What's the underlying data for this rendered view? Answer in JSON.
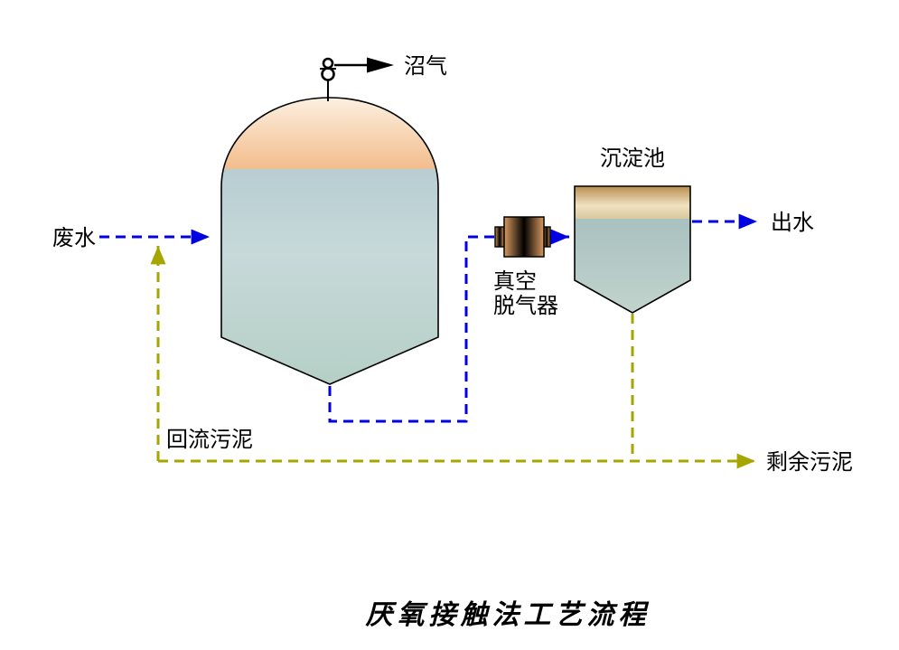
{
  "title": "厌氧接触法工艺流程",
  "labels": {
    "wastewater": "废水",
    "biogas": "沼气",
    "sedimentation_tank": "沉淀池",
    "effluent": "出水",
    "degasser_line1": "真空",
    "degasser_line2": "脱气器",
    "return_sludge": "回流污泥",
    "excess_sludge": "剩余污泥"
  },
  "colors": {
    "flow_blue": "#0000e0",
    "sludge_olive": "#a6a600",
    "outline_black": "#000000",
    "dome_top": "#fdf5e9",
    "dome_bottom": "#f3bd8c",
    "tank_liquid_top": "#a9c3cd",
    "tank_liquid_mid": "#c7d9d9",
    "tank_liquid_bottom": "#b4cfc5",
    "sed_band_top": "#a8762f",
    "sed_band_mid": "#f0e2c0",
    "sed_band_bottom": "#d9c89e",
    "sed_liquid_top": "#9fb9bd",
    "sed_liquid_bottom": "#c3d5cc",
    "degasser_edge": "#d99a60",
    "degasser_center": "#fdeads"
  }
}
